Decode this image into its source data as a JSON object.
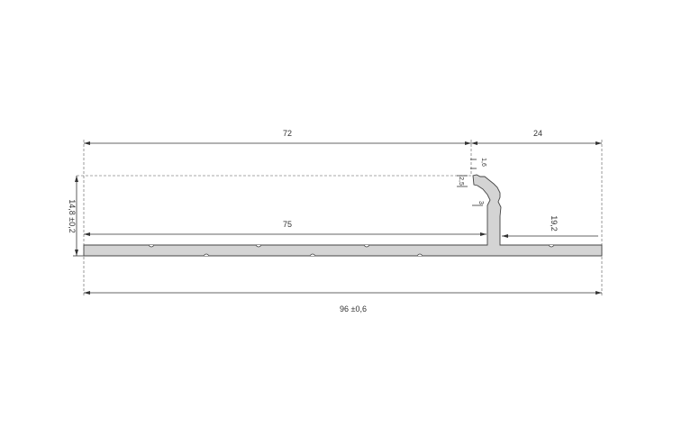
{
  "dimensions": {
    "top_left_width": "72",
    "top_right_width": "24",
    "inner_width": "75",
    "overall_width": "96 ±0,6",
    "height": "14,8 ±0,2",
    "flange_right": "19,2",
    "lip_thickness": "1,6",
    "lip_height": "2,5",
    "stem_width": "3"
  },
  "colors": {
    "profile_fill": "#d4d4d4",
    "line": "#333333"
  }
}
